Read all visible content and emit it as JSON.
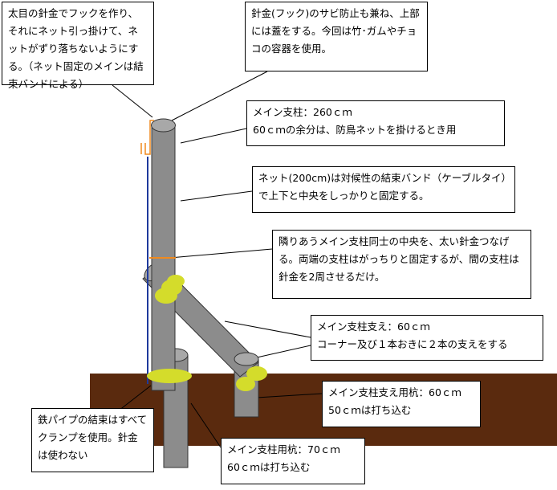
{
  "colors": {
    "ground": "#5a2a0e",
    "pipe_fill": "#8c8c8c",
    "pipe_top": "#a8a8a8",
    "clamp": "#d4dc2b",
    "net_line": "#1f3a9c",
    "tie_band": "#f08a1e"
  },
  "callouts": {
    "hook_note": "太目の針金でフックを作り、それにネット引っ掛けて、ネットがずり落ちないようにする。（ネット固定のメインは結束バンドによる）",
    "cap_note": "針金(フック)のサビ防止も兼ね、上部には蓋をする。今回は竹･ガムやチョコの容器を使用。",
    "main_post": "メイン支柱：260ｃｍ\n60ｃｍの余分は、防鳥ネットを掛けるとき用",
    "net_tie": "ネット(200cm)は対候性の結束バンド（ケーブルタイ）で上下と中央をしっかりと固定する。",
    "wire_join": "隣りあうメイン支柱同士の中央を、太い針金つなげる。両端の支柱はがっちりと固定するが、間の支柱は針金を2周させるだけ。",
    "brace": "メイン支柱支え：60ｃｍ\nコーナー及び１本おきに２本の支えをする",
    "brace_stake": "メイン支柱支え用杭：60ｃｍ\n50ｃｍは打ち込む",
    "clamp_note": "鉄パイプの結束はすべてクランプを使用。針金は使わない",
    "main_stake": "メイン支柱用杭：70ｃｍ\n60ｃｍは打ち込む"
  }
}
